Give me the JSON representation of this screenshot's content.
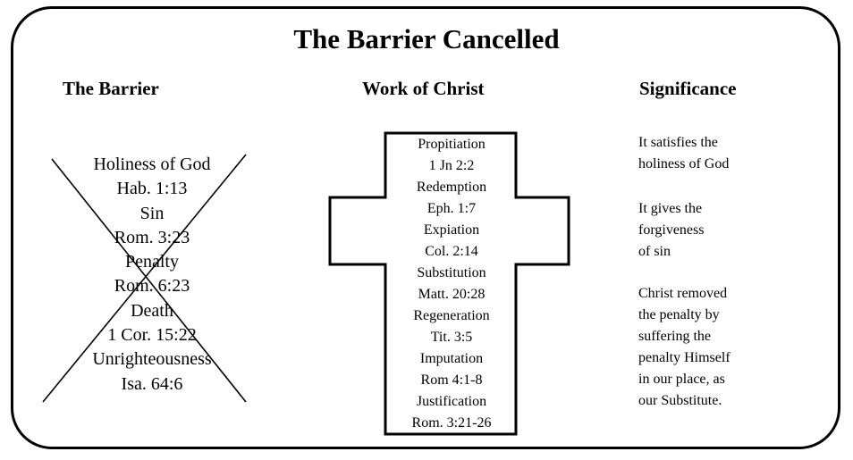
{
  "title": "The Barrier Cancelled",
  "columns": {
    "barrier_heading": "The Barrier",
    "work_heading": "Work of Christ",
    "significance_heading": "Significance"
  },
  "barrier_items": [
    "Holiness of God",
    "Hab. 1:13",
    "Sin",
    "Rom. 3:23",
    "Penalty",
    "Rom. 6:23",
    "Death",
    "1 Cor. 15:22",
    "Unrighteousness",
    "Isa. 64:6"
  ],
  "work_items": [
    "Propitiation",
    "1 Jn 2:2",
    "Redemption",
    "Eph. 1:7",
    "Expiation",
    "Col. 2:14",
    "Substitution",
    "Matt. 20:28",
    "Regeneration",
    "Tit. 3:5",
    "Imputation",
    "Rom 4:1-8",
    "Justification",
    "Rom. 3:21-26"
  ],
  "significance": [
    [
      "It satisfies the",
      "holiness of God"
    ],
    [
      "It gives the",
      "forgiveness",
      "of sin"
    ],
    [
      "Christ removed",
      "the penalty by",
      "suffering the",
      "penalty Himself",
      "in our place, as",
      "our Substitute."
    ]
  ]
}
